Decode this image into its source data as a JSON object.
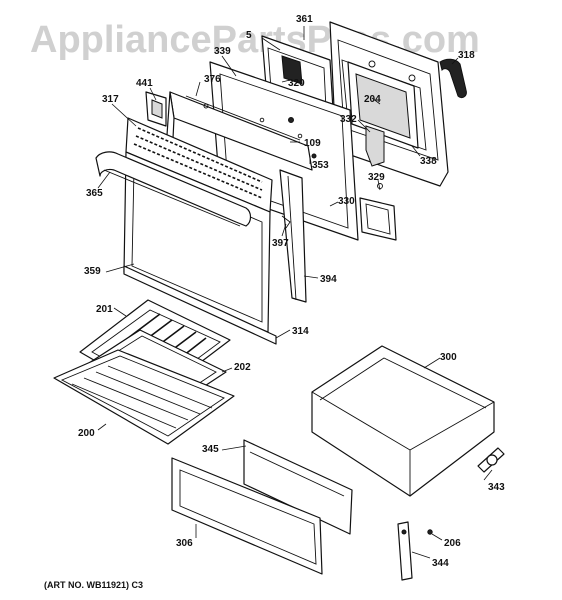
{
  "watermark": "AppliancePartsPros.com",
  "art_number": "(ART NO. WB11921) C3",
  "callouts": {
    "p5": "5",
    "p361": "361",
    "p318": "318",
    "p339": "339",
    "p320": "320",
    "p441": "441",
    "p376": "376",
    "p204": "204",
    "p317": "317",
    "p332": "332",
    "p109": "109",
    "p353": "353",
    "p338": "338",
    "p365": "365",
    "p329": "329",
    "p330": "330",
    "p397": "397",
    "p359": "359",
    "p394": "394",
    "p314": "314",
    "p201": "201",
    "p300": "300",
    "p202": "202",
    "p200": "200",
    "p345": "345",
    "p343": "343",
    "p306": "306",
    "p206": "206",
    "p344": "344"
  }
}
